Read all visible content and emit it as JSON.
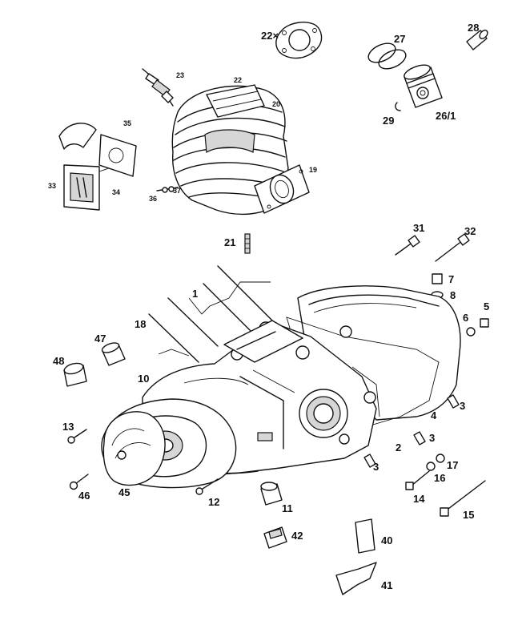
{
  "labels": {
    "p1": "1",
    "p2": "2",
    "p3a": "3",
    "p3b": "3",
    "p3c": "3",
    "p4": "4",
    "p5": "5",
    "p6": "6",
    "p7": "7",
    "p8": "8",
    "p10": "10",
    "p11": "11",
    "p12": "12",
    "p13": "13",
    "p14": "14",
    "p15": "15",
    "p16": "16",
    "p17": "17",
    "p18": "18",
    "p19": "19",
    "p20": "20",
    "p21": "21",
    "p22": "22",
    "p22x": "22×",
    "p23": "23",
    "p26": "26/1",
    "p27": "27",
    "p28": "28",
    "p29": "29",
    "p31": "31",
    "p32": "32",
    "p33": "33",
    "p34": "34",
    "p35": "35",
    "p36": "36",
    "p37": "37",
    "p40": "40",
    "p41": "41",
    "p42": "42",
    "p45": "45",
    "p46": "46",
    "p47": "47",
    "p48": "48"
  },
  "colors": {
    "line": "#111111",
    "background": "#ffffff",
    "shade": "#d6d6d6"
  }
}
